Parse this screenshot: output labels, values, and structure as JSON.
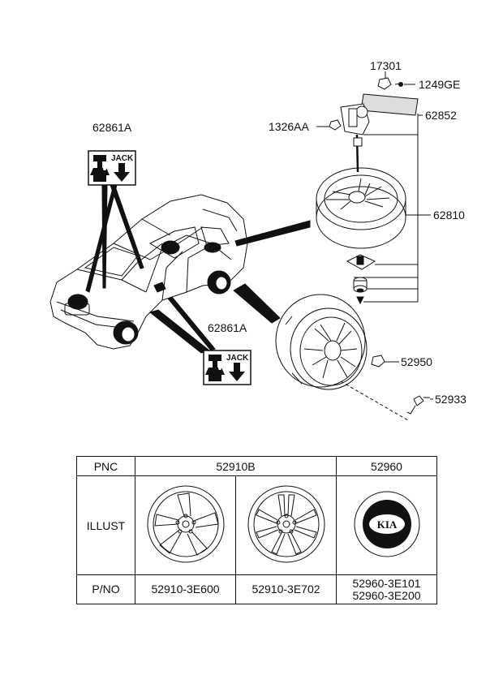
{
  "callouts": {
    "c17301": "17301",
    "c1249GE": "1249GE",
    "c62852": "62852",
    "c1326AA": "1326AA",
    "c62861A_top": "62861A",
    "c62810": "62810",
    "c62861A_bottom": "62861A",
    "c52950": "52950",
    "c52933": "52933"
  },
  "jack_label": {
    "top": "JACK",
    "bottom": "JACK"
  },
  "table": {
    "pnc_header": "PNC",
    "illust_header": "ILLUST",
    "pno_header": "P/NO",
    "pnc_wheel": "52910B",
    "pnc_cap": "52960",
    "pno_wheel_1": "52910-3E600",
    "pno_wheel_2": "52910-3E702",
    "pno_cap_1": "52960-3E101",
    "pno_cap_2": "52960-3E200",
    "cap_logo": "KIA"
  },
  "icons": {
    "jack_icon": "jack-icon",
    "down_arrow": "down-arrow-icon"
  }
}
